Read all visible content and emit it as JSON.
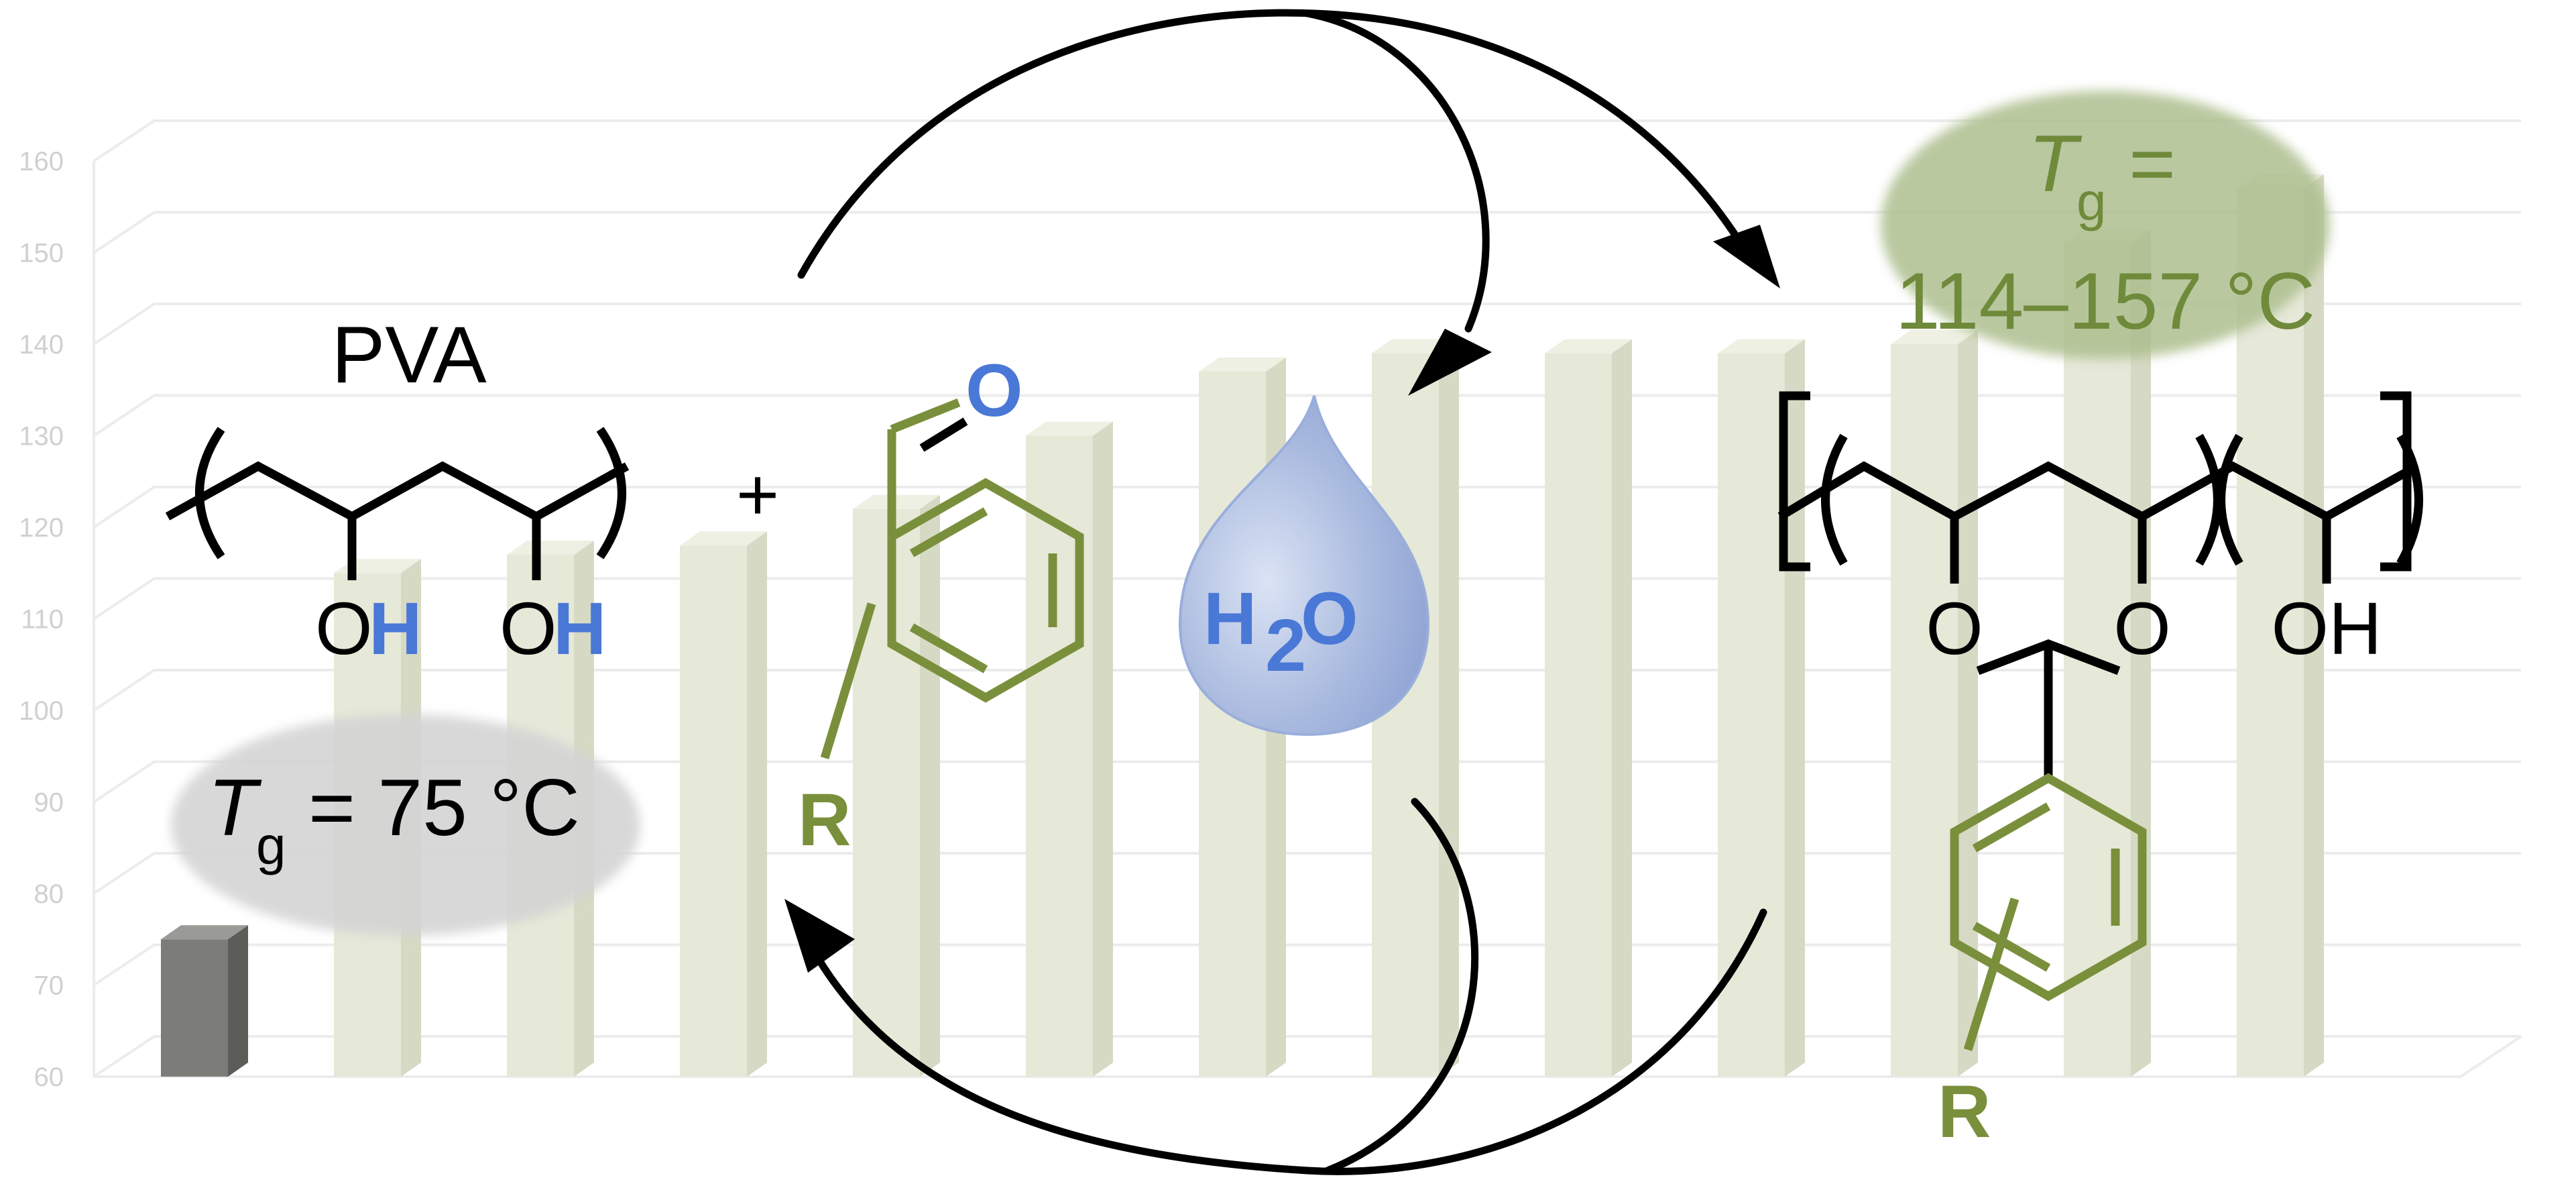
{
  "chart_data": {
    "type": "bar",
    "yticks": [
      "60",
      "70",
      "80",
      "90",
      "100",
      "110",
      "120",
      "130",
      "140",
      "150",
      "160"
    ],
    "ylim": [
      60,
      160
    ],
    "grid": true,
    "values": [
      75,
      115,
      117,
      118,
      122,
      130,
      137,
      139,
      139,
      139,
      140,
      151,
      157
    ],
    "series_colors": [
      "#7c7c78",
      "#e6e8d8"
    ]
  },
  "pva": {
    "name": "PVA",
    "oh_o": "O",
    "oh_h": "H",
    "tg_symbol": "T",
    "tg_sub": "g",
    "tg_value": "= 75 °C"
  },
  "plus": "+",
  "aldehyde": {
    "o_label": "O",
    "r_label": "R"
  },
  "water": {
    "h": "H",
    "sub": "2",
    "o": "O"
  },
  "product": {
    "tg_symbol": "T",
    "tg_sub": "g",
    "tg_eq": "=",
    "tg_range": "114–157 °C",
    "o1": "O",
    "o2": "O",
    "oh": "OH",
    "r_label": "R"
  },
  "colors": {
    "green": "#7a8f3b",
    "blue": "#4a78d6",
    "gray_ellipse": "#d9d9d9",
    "green_ellipse": "#b5c59a",
    "water_drop": "#9fb2dc"
  }
}
